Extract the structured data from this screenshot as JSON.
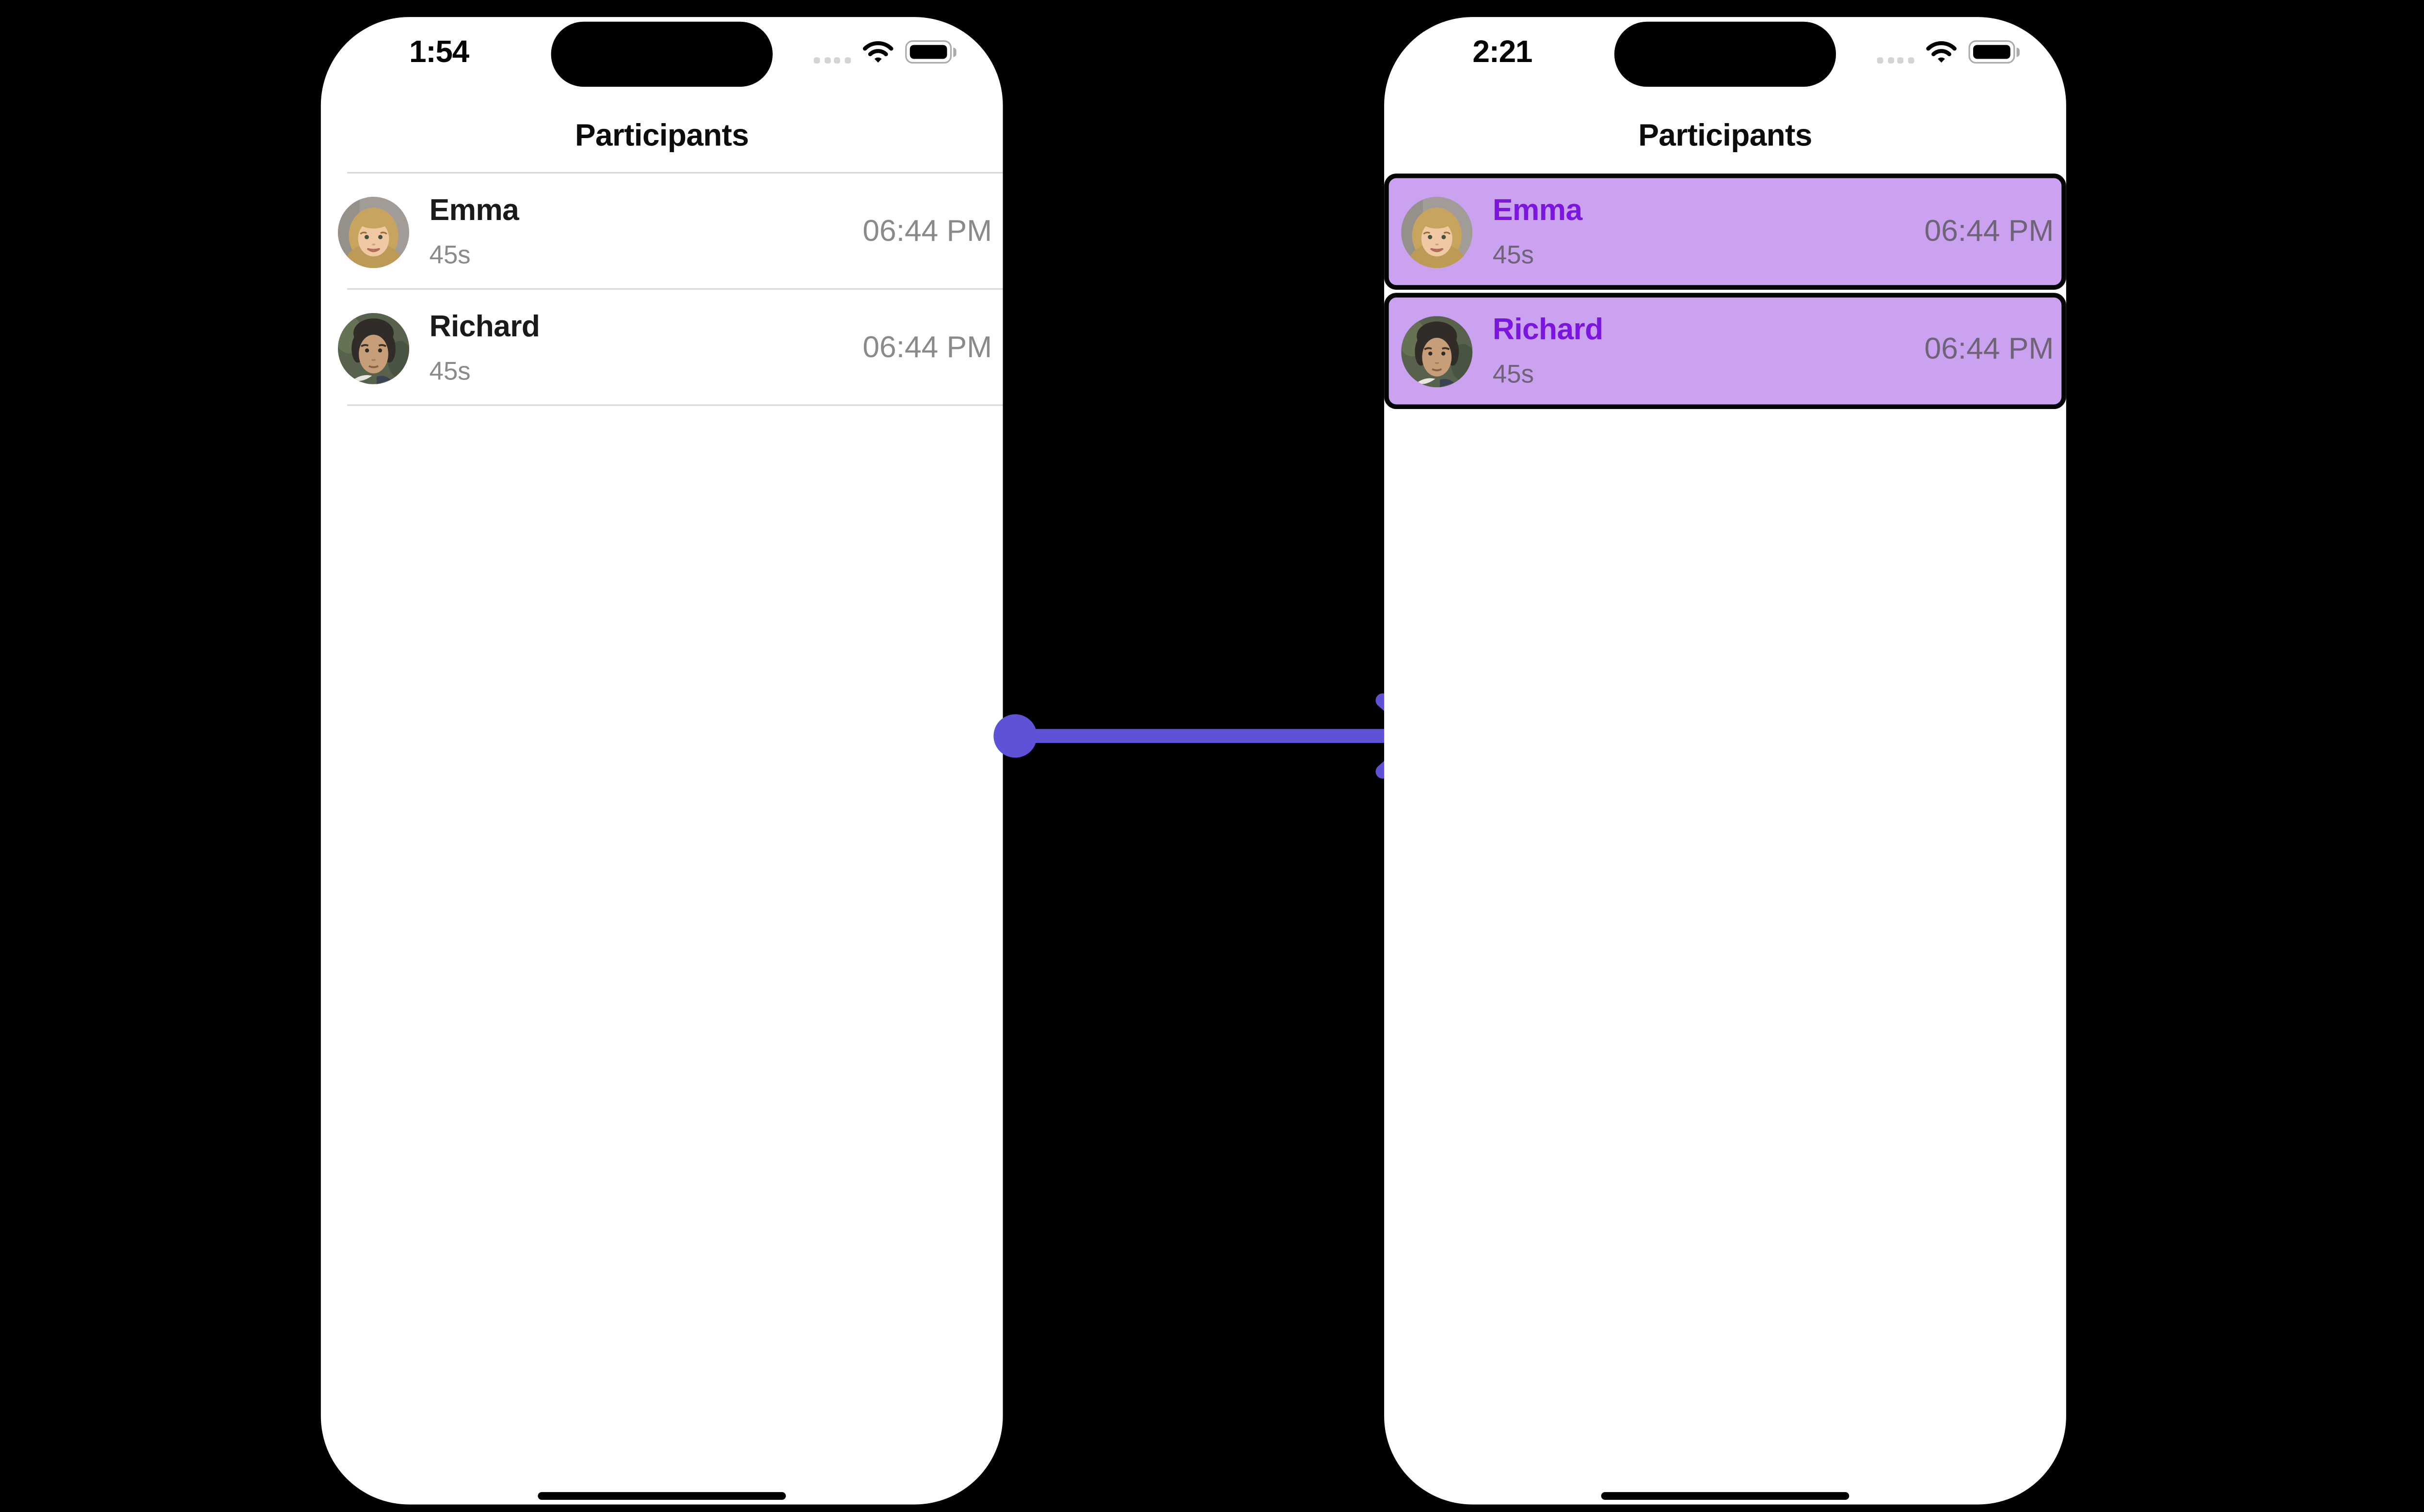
{
  "screens": {
    "before": {
      "status_time": "1:54",
      "title": "Participants",
      "rows": [
        {
          "name": "Emma",
          "duration": "45s",
          "time": "06:44 PM"
        },
        {
          "name": "Richard",
          "duration": "45s",
          "time": "06:44 PM"
        }
      ]
    },
    "after": {
      "status_time": "2:21",
      "title": "Participants",
      "rows": [
        {
          "name": "Emma",
          "duration": "45s",
          "time": "06:44 PM"
        },
        {
          "name": "Richard",
          "duration": "45s",
          "time": "06:44 PM"
        }
      ]
    }
  },
  "icons": {
    "status": [
      "cellular-signal-icon",
      "wifi-icon",
      "battery-icon"
    ],
    "transition": "arrow-right-icon"
  },
  "colors": {
    "highlight_bg": "#caa2f0",
    "highlight_name": "#7b15e0",
    "highlight_secondary": "#6f6377",
    "primary_text": "#1a1a1a",
    "secondary_text": "#8a8a8c",
    "separator": "#d8d8da",
    "arrow": "#5f52d7"
  }
}
